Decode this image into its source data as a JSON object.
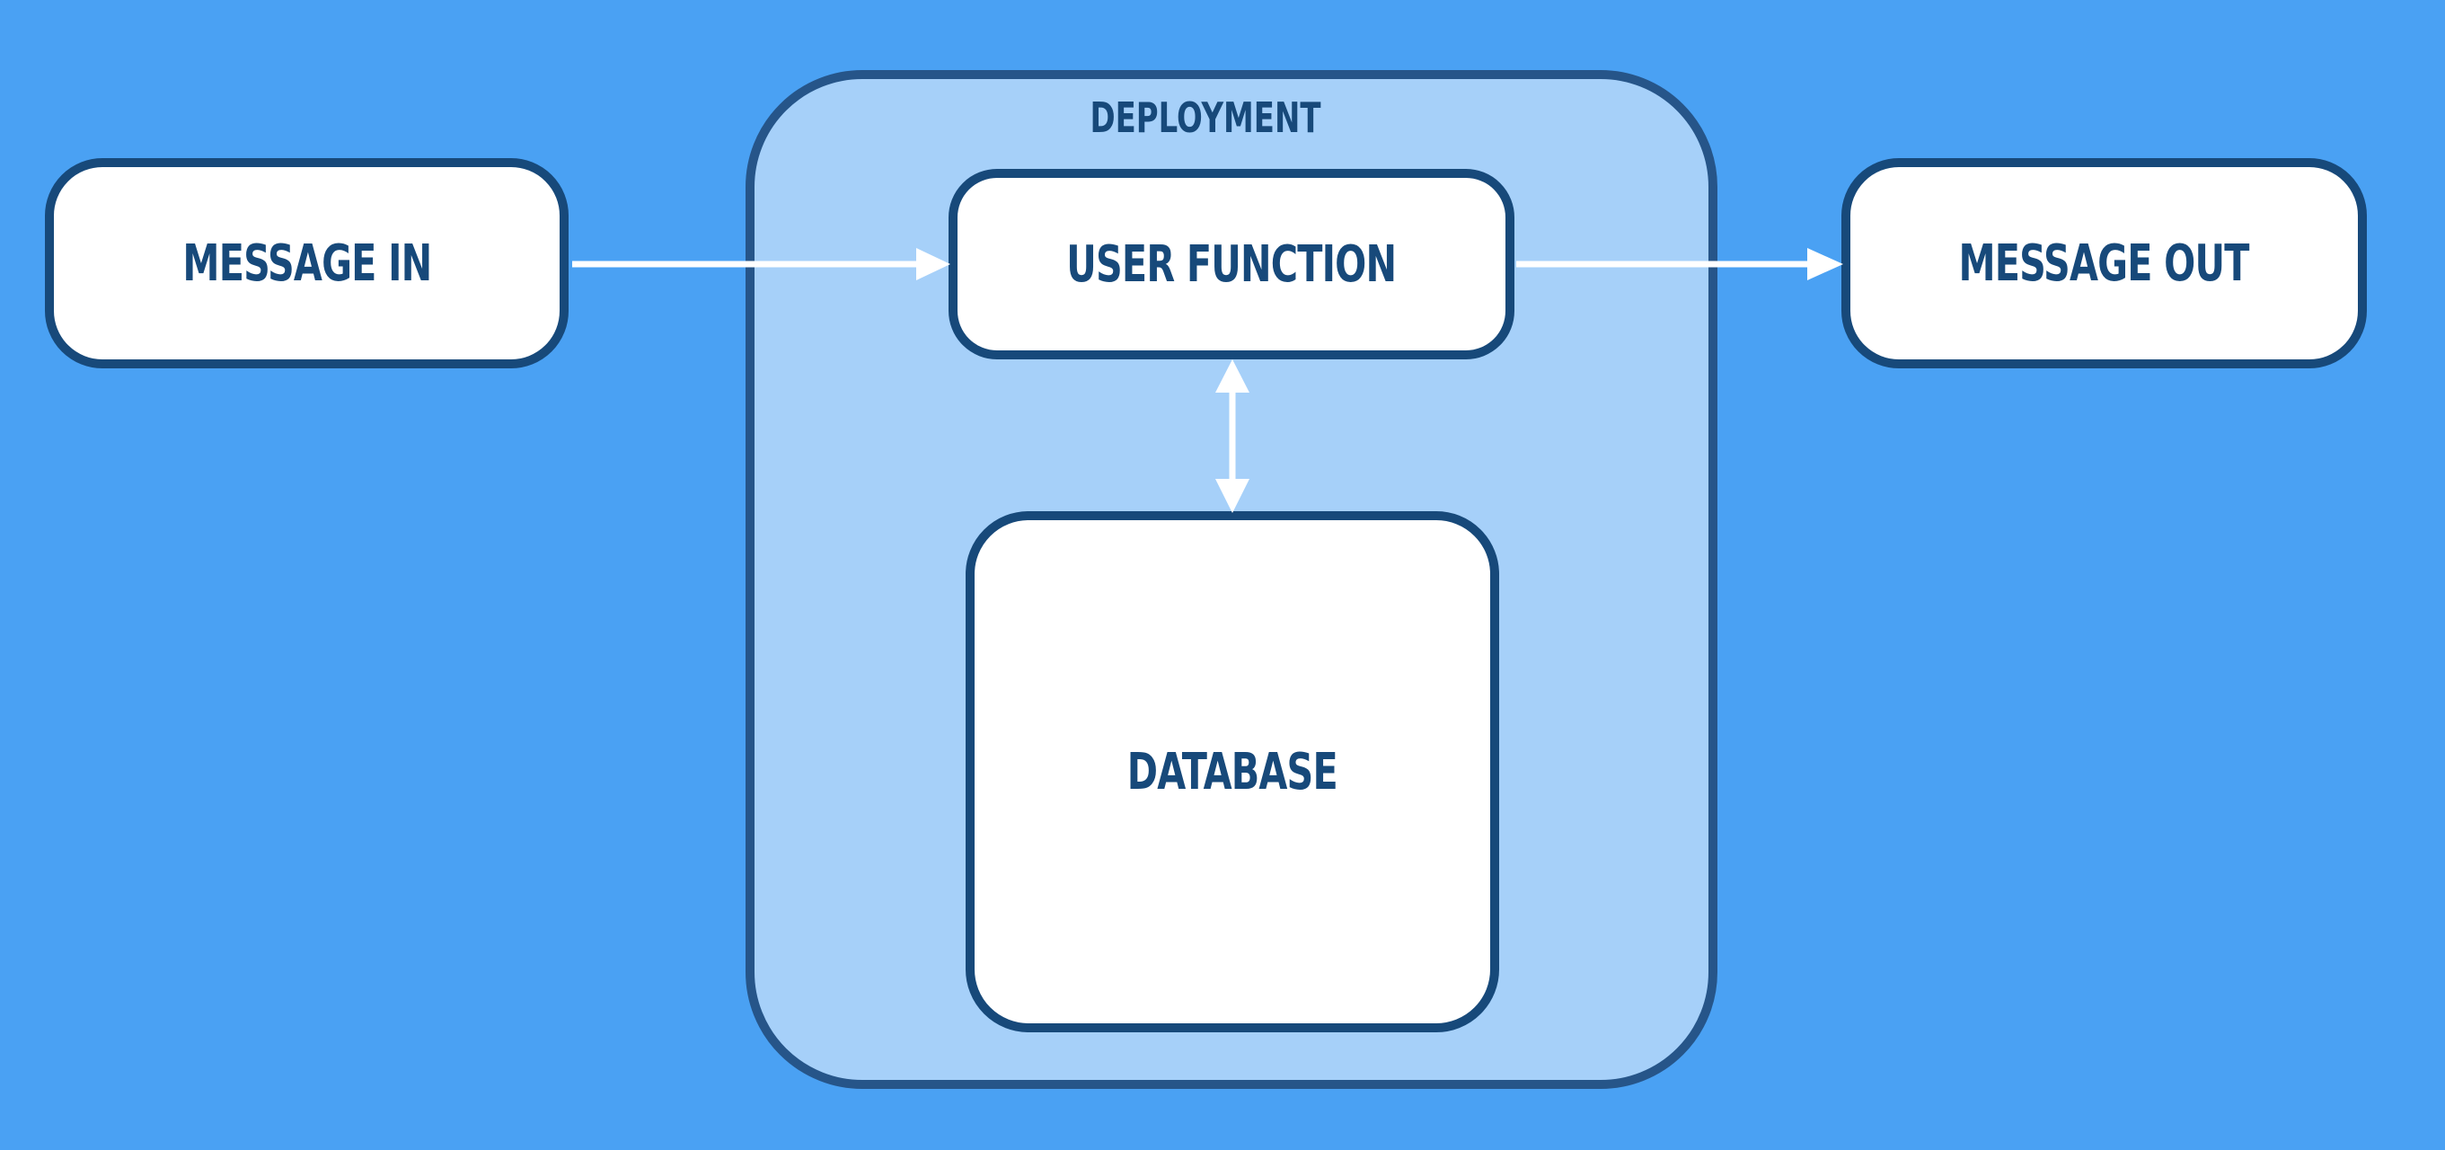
{
  "diagram": {
    "group": {
      "title": "DEPLOYMENT"
    },
    "nodes": {
      "message_in": "MESSAGE IN",
      "user_function": "USER FUNCTION",
      "message_out": "MESSAGE OUT",
      "database": "DATABASE"
    },
    "colors": {
      "background": "#4aa1f3",
      "group_fill": "#a6d0f9",
      "group_border": "#265589",
      "node_fill": "#ffffff",
      "node_border": "#17497a",
      "text": "#17497a",
      "connector": "#ffffff"
    }
  }
}
